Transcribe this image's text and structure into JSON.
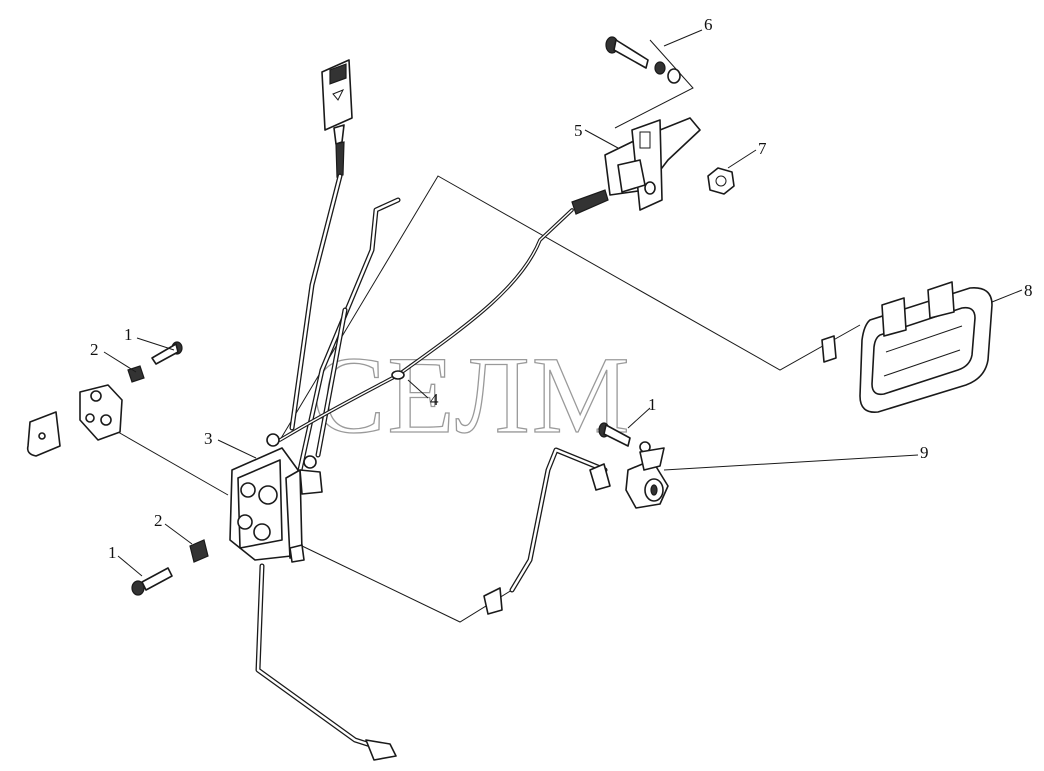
{
  "callouts": {
    "c1_top": "1",
    "c2_top": "2",
    "c3": "3",
    "c4": "4",
    "c5": "5",
    "c6": "6",
    "c7": "7",
    "c8": "8",
    "c9": "9",
    "c1_mid": "1",
    "c2_low": "2",
    "c1_low": "1"
  },
  "watermark": {
    "text": "СЕЛМ",
    "color": "#9a9a9a"
  },
  "colors": {
    "line": "#1a1a1a",
    "background": "#ffffff"
  }
}
